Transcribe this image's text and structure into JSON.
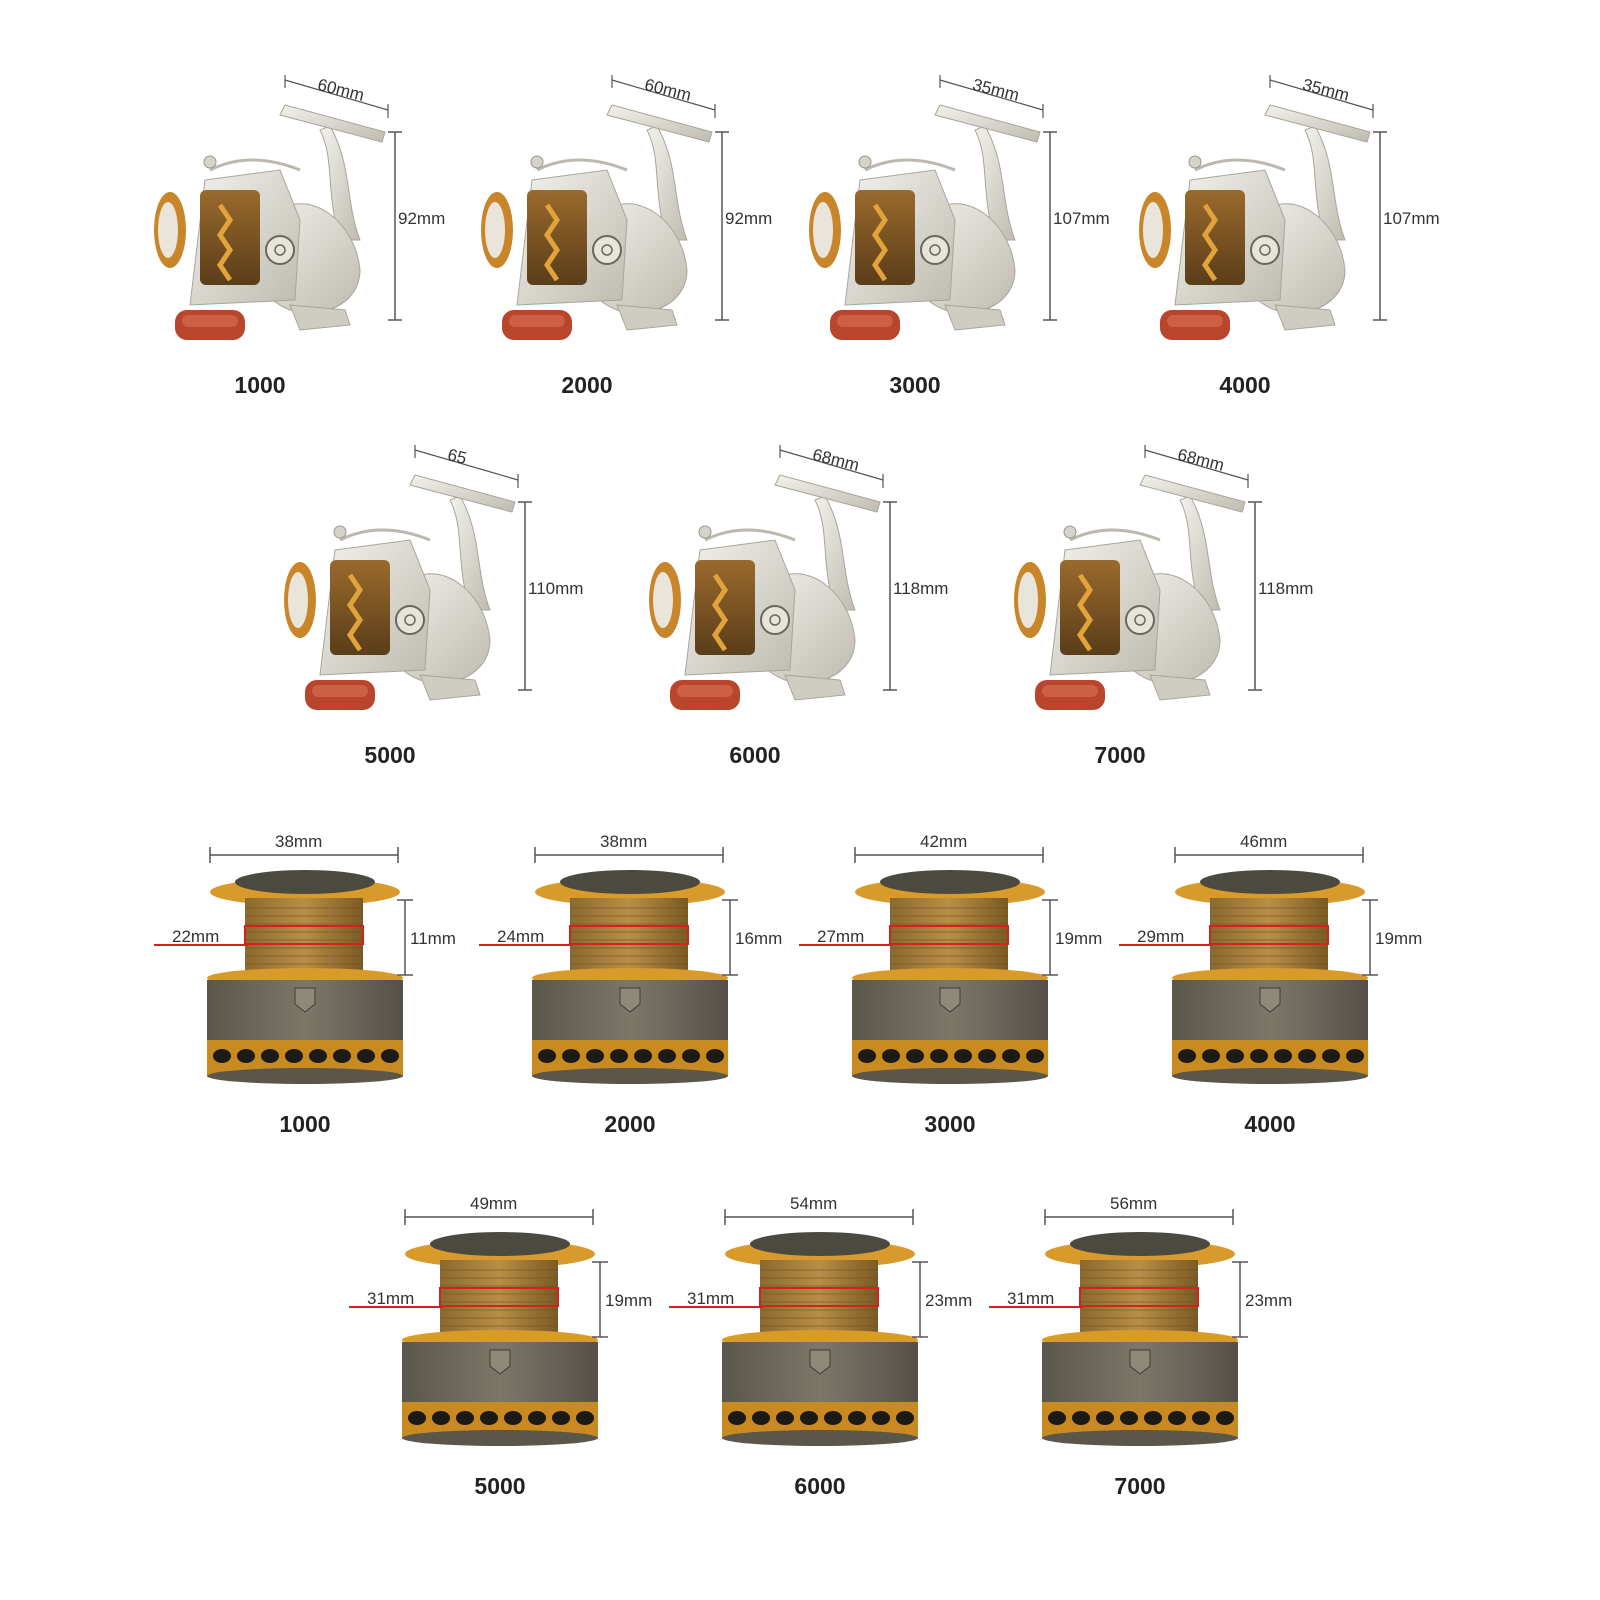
{
  "reels": [
    {
      "model": "1000",
      "width": "60mm",
      "height": "92mm"
    },
    {
      "model": "2000",
      "width": "60mm",
      "height": "92mm"
    },
    {
      "model": "3000",
      "width": "35mm",
      "height": "107mm"
    },
    {
      "model": "4000",
      "width": "35mm",
      "height": "107mm"
    },
    {
      "model": "5000",
      "width": "65",
      "height": "110mm"
    },
    {
      "model": "6000",
      "width": "68mm",
      "height": "118mm"
    },
    {
      "model": "7000",
      "width": "68mm",
      "height": "118mm"
    }
  ],
  "spools": [
    {
      "model": "1000",
      "width": "38mm",
      "diameter": "22mm",
      "depth": "11mm"
    },
    {
      "model": "2000",
      "width": "38mm",
      "diameter": "24mm",
      "depth": "16mm"
    },
    {
      "model": "3000",
      "width": "42mm",
      "diameter": "27mm",
      "depth": "19mm"
    },
    {
      "model": "4000",
      "width": "46mm",
      "diameter": "29mm",
      "depth": "19mm"
    },
    {
      "model": "5000",
      "width": "49mm",
      "diameter": "31mm",
      "depth": "19mm"
    },
    {
      "model": "6000",
      "width": "54mm",
      "diameter": "31mm",
      "depth": "23mm"
    },
    {
      "model": "7000",
      "width": "56mm",
      "diameter": "31mm",
      "depth": "23mm"
    }
  ],
  "colors": {
    "reel_body": "#d9d6ce",
    "spool_gold": "#d89a2a",
    "spool_gray": "#6e6a5c",
    "handle_knob": "#b8452c",
    "line_red": "#d62020"
  }
}
